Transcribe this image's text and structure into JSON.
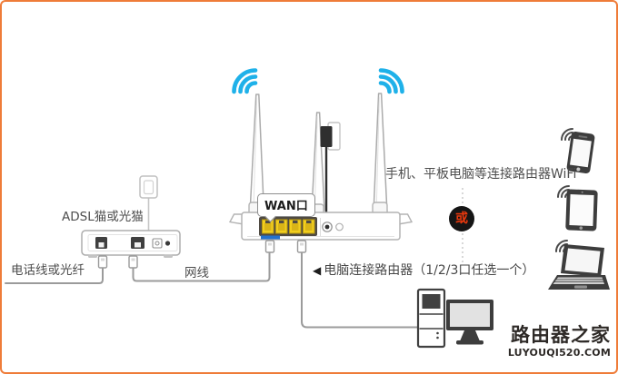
{
  "diagram": {
    "border_color": "#EF7C39",
    "background": "#FFFFFF",
    "colors": {
      "wifi_signal_blue": "#1FB1E9",
      "port_yellow": "#F2CE1E",
      "wan_sticker_blue": "#2471CE",
      "or_badge_bg": "#151515",
      "or_badge_text": "#E8380D",
      "cable_gray": "#9B9B9B",
      "device_dark": "#3D3D3D",
      "label_text": "#4D4D4D",
      "logo_text": "#2E2A27"
    },
    "labels": {
      "modem_title": "ADSL猫或光猫",
      "phone_line": "电话线或光纤",
      "lan_cable": "网线",
      "wan_port": "WAN口",
      "wifi_connect": "手机、平板电脑等连接路由器WiFi",
      "or_badge": "或",
      "pc_arrow": "◀",
      "pc_connect": "电脑连接路由器（1/2/3口任选一个）"
    },
    "branding": {
      "site_name": "路由器之家",
      "site_url": "LUYOUQI520.COM"
    },
    "icons": [
      "wifi-signal-icon",
      "antenna",
      "power-adapter",
      "adsl-modem",
      "wireless-router",
      "ethernet-plug",
      "smartphone-icon",
      "tablet-icon",
      "laptop-icon",
      "desktop-tower",
      "monitor"
    ]
  }
}
